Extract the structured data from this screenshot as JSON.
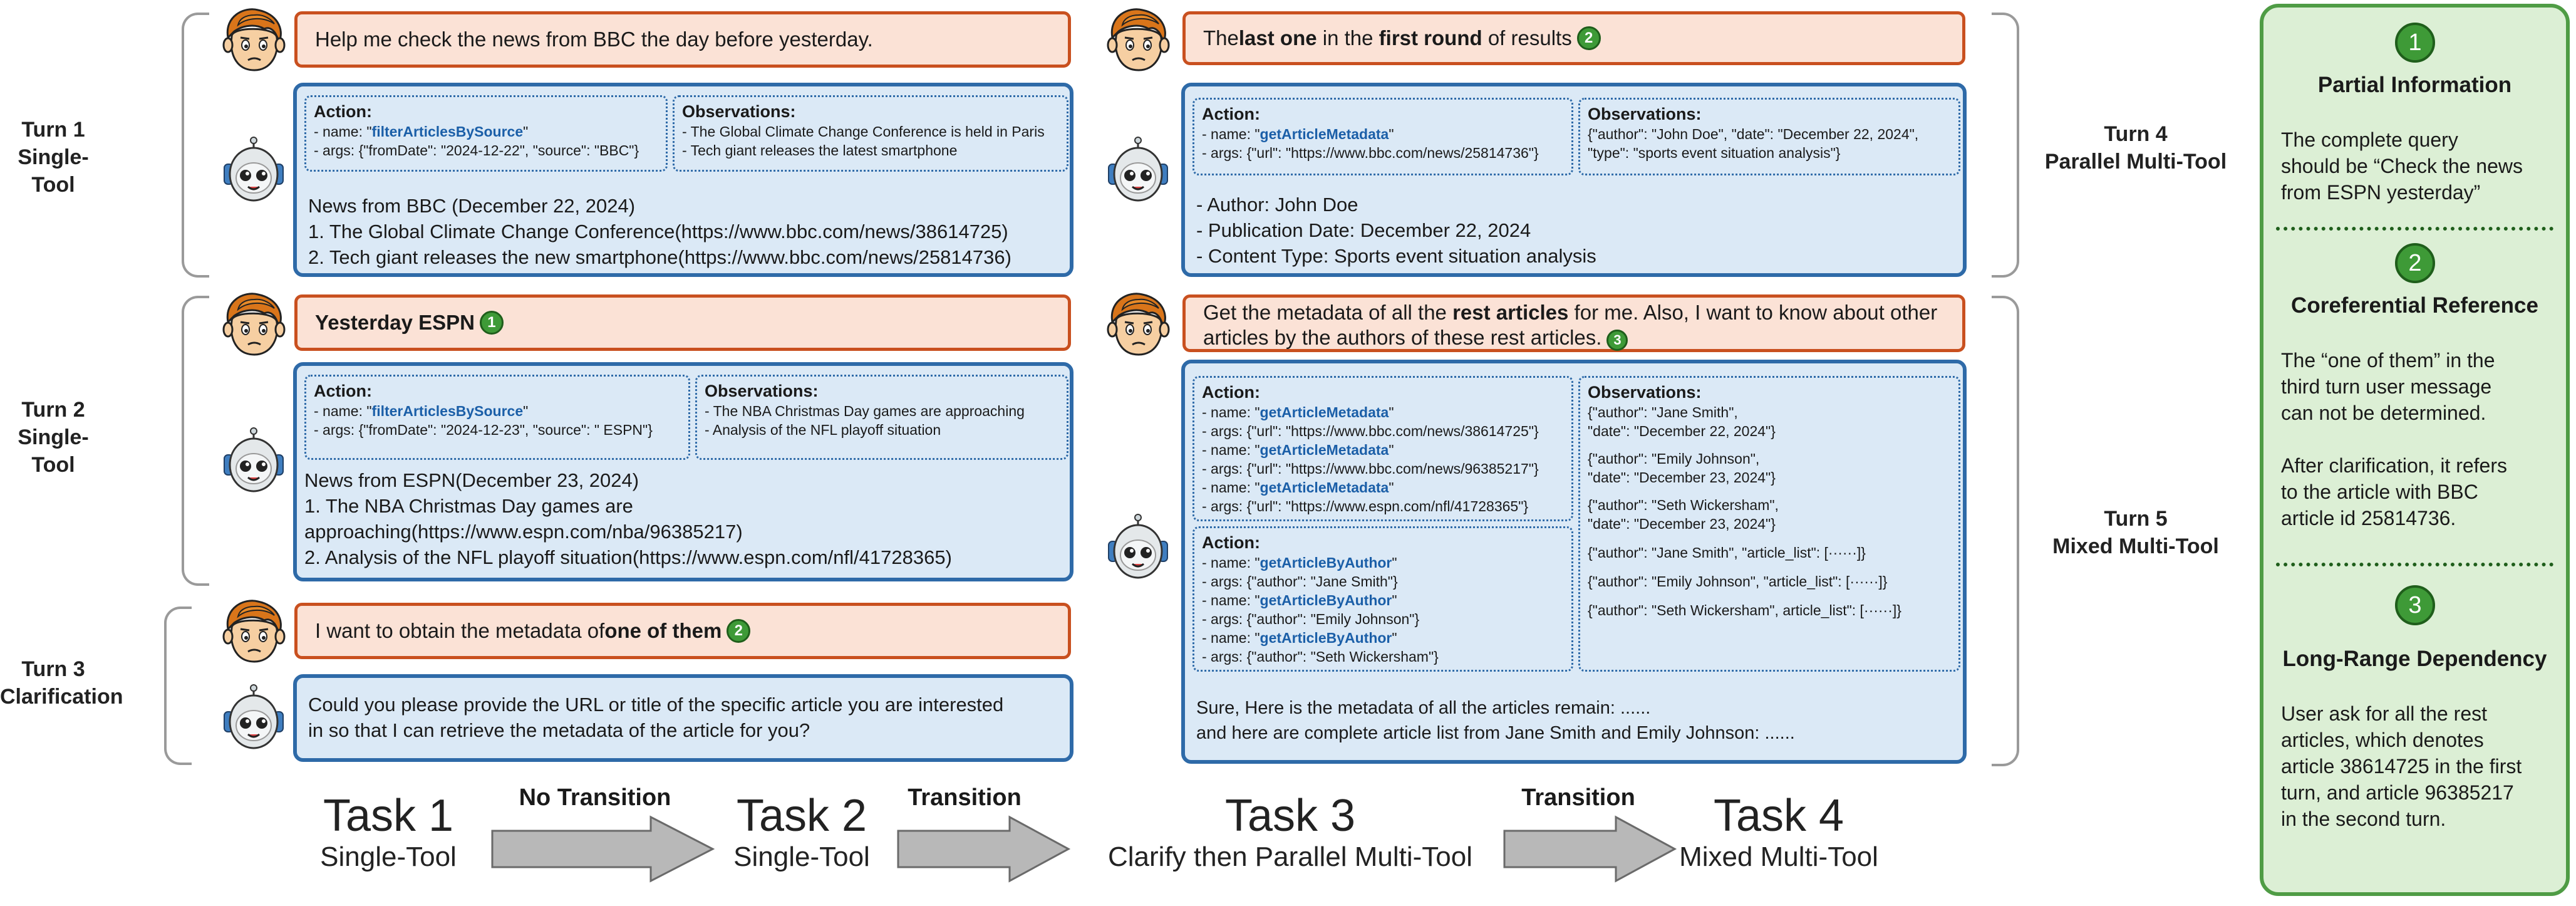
{
  "turns": {
    "t1": [
      "Turn 1",
      "Single-Tool"
    ],
    "t2": [
      "Turn 2",
      "Single-Tool"
    ],
    "t3": [
      "Turn 3",
      "Clarification"
    ],
    "t4": [
      "Turn 4",
      "Parallel Multi-Tool"
    ],
    "t5": [
      "Turn 5",
      "Mixed Multi-Tool"
    ]
  },
  "labels": {
    "action": "Action:",
    "observations": "Observations:"
  },
  "t1": {
    "user": "Help me check the news from BBC the day before yesterday.",
    "action": [
      "- name: \"",
      "filterArticlesBySource",
      "\"",
      "- args: {\"fromDate\": \"2024-12-22\", \"source\": \"BBC\"}"
    ],
    "obs": [
      "- The Global Climate Change Conference is held in Paris",
      "- Tech giant releases the latest smartphone"
    ],
    "reply": [
      "News from BBC (December 22, 2024)",
      "1. The Global Climate Change Conference(https://www.bbc.com/news/38614725)",
      "2. Tech giant releases the new smartphone(https://www.bbc.com/news/25814736)"
    ]
  },
  "t2": {
    "user": "Yesterday ESPN",
    "user_num": "1",
    "action": [
      "- name: \"",
      "filterArticlesBySource",
      "\"",
      "- args: {\"fromDate\": \"2024-12-23\", \"source\": \" ESPN\"}"
    ],
    "obs": [
      "- The NBA Christmas Day games are approaching",
      "- Analysis of the NFL playoff situation"
    ],
    "reply": [
      "News from ESPN(December 23, 2024)",
      "1. The NBA Christmas Day games are",
      "approaching(https://www.espn.com/nba/96385217)",
      "2. Analysis of the NFL playoff situation(https://www.espn.com/nfl/41728365)"
    ]
  },
  "t3": {
    "user_pre": "I want to obtain the metadata of ",
    "user_bold": "one of them",
    "user_num": "2",
    "reply": [
      "Could you please provide the URL or title of the specific article you are interested",
      "in so that I can retrieve the metadata of the article for you?"
    ]
  },
  "t4": {
    "user_a": "The ",
    "user_b": "last one",
    "user_c": " in the ",
    "user_d": "first round",
    "user_e": " of results",
    "user_num": "2",
    "action": [
      "- name: \"",
      "getArticleMetadata",
      "\"",
      "- args: {\"url\": \"https://www.bbc.com/news/25814736\"}"
    ],
    "obs": [
      "{\"author\": \"John Doe\", \"date\": \"December 22, 2024\",",
      "\"type\": \"sports event situation analysis\"}"
    ],
    "reply": [
      "- Author: John Doe",
      "- Publication Date: December 22, 2024",
      "- Content Type: Sports event situation analysis"
    ]
  },
  "t5": {
    "user_a": "Get the metadata of all the ",
    "user_b": "rest articles",
    "user_c": " for me. Also, I want to know about other",
    "user_d": "articles by the authors of these rest articles.",
    "user_num": "3",
    "action1": [
      [
        "- name: \"",
        "getArticleMetadata",
        "\""
      ],
      [
        "- args: {\"url\": \"https://www.bbc.com/news/38614725\"}"
      ],
      [
        "- name: \"",
        "getArticleMetadata",
        "\""
      ],
      [
        "- args: {\"url\": \"https://www.bbc.com/news/96385217\"}"
      ],
      [
        "- name: \"",
        "getArticleMetadata",
        "\""
      ],
      [
        "- args: {\"url\": \"https://www.espn.com/nfl/41728365\"}"
      ]
    ],
    "action2": [
      [
        "- name: \"",
        "getArticleByAuthor",
        "\""
      ],
      [
        "- args: {\"author\": \"Jane Smith\"}"
      ],
      [
        "- name: \"",
        "getArticleByAuthor",
        "\""
      ],
      [
        "- args: {\"author\": \"Emily Johnson\"}"
      ],
      [
        "- name: \"",
        "getArticleByAuthor",
        "\""
      ],
      [
        "- args: {\"author\": \"Seth Wickersham\"}"
      ]
    ],
    "obs": [
      "{\"author\": \"Jane Smith\",",
      " \"date\": \"December 22, 2024\"}",
      "",
      "{\"author\": \"Emily Johnson\",",
      " \"date\": \"December 23, 2024\"}",
      "",
      "{\"author\": \"Seth Wickersham\",",
      " \"date\": \"December 23, 2024\"}",
      "",
      "{\"author\": \"Jane Smith\",  \"article_list\": [······]}",
      "",
      "{\"author\": \"Emily Johnson\",  \"article_list\": [······]}",
      "",
      "{\"author\": \"Seth Wickersham\", article_list\": [······]}"
    ],
    "reply": [
      "Sure, Here is the metadata of all the articles remain: ......",
      "and here are complete article list from Jane Smith and Emily Johnson: ......"
    ]
  },
  "tasks": [
    {
      "title": "Task 1",
      "sub": "Single-Tool"
    },
    {
      "title": "Task 2",
      "sub": "Single-Tool"
    },
    {
      "title": "Task 3",
      "sub": "Clarify then Parallel Multi-Tool"
    },
    {
      "title": "Task 4",
      "sub": "Mixed Multi-Tool"
    }
  ],
  "transitions": [
    "No Transition",
    "Transition",
    "Transition"
  ],
  "legend": [
    {
      "num": "1",
      "title": "Partial Information",
      "body": [
        "The complete query",
        "should be “Check the news",
        "from ESPN yesterday”"
      ]
    },
    {
      "num": "2",
      "title": "Coreferential Reference",
      "body": [
        "The “one of them” in the",
        "third turn user message",
        "can not be determined.",
        "",
        "After clarification, it refers",
        "to the article with BBC",
        "article id 25814736."
      ]
    },
    {
      "num": "3",
      "title": "Long-Range Dependency",
      "body": [
        "User ask for all the rest",
        "articles, which denotes",
        "article 38614725 in the first",
        "turn, and article 96385217",
        "in the second turn."
      ]
    }
  ],
  "colors": {
    "user_fill": "#fbe2d6",
    "user_border": "#c9501f",
    "asst_fill": "#dbe9f6",
    "asst_border": "#2e6aa8",
    "legend_fill": "#dcefd5",
    "legend_border": "#4f9c45",
    "badge": "#3e9a37"
  }
}
